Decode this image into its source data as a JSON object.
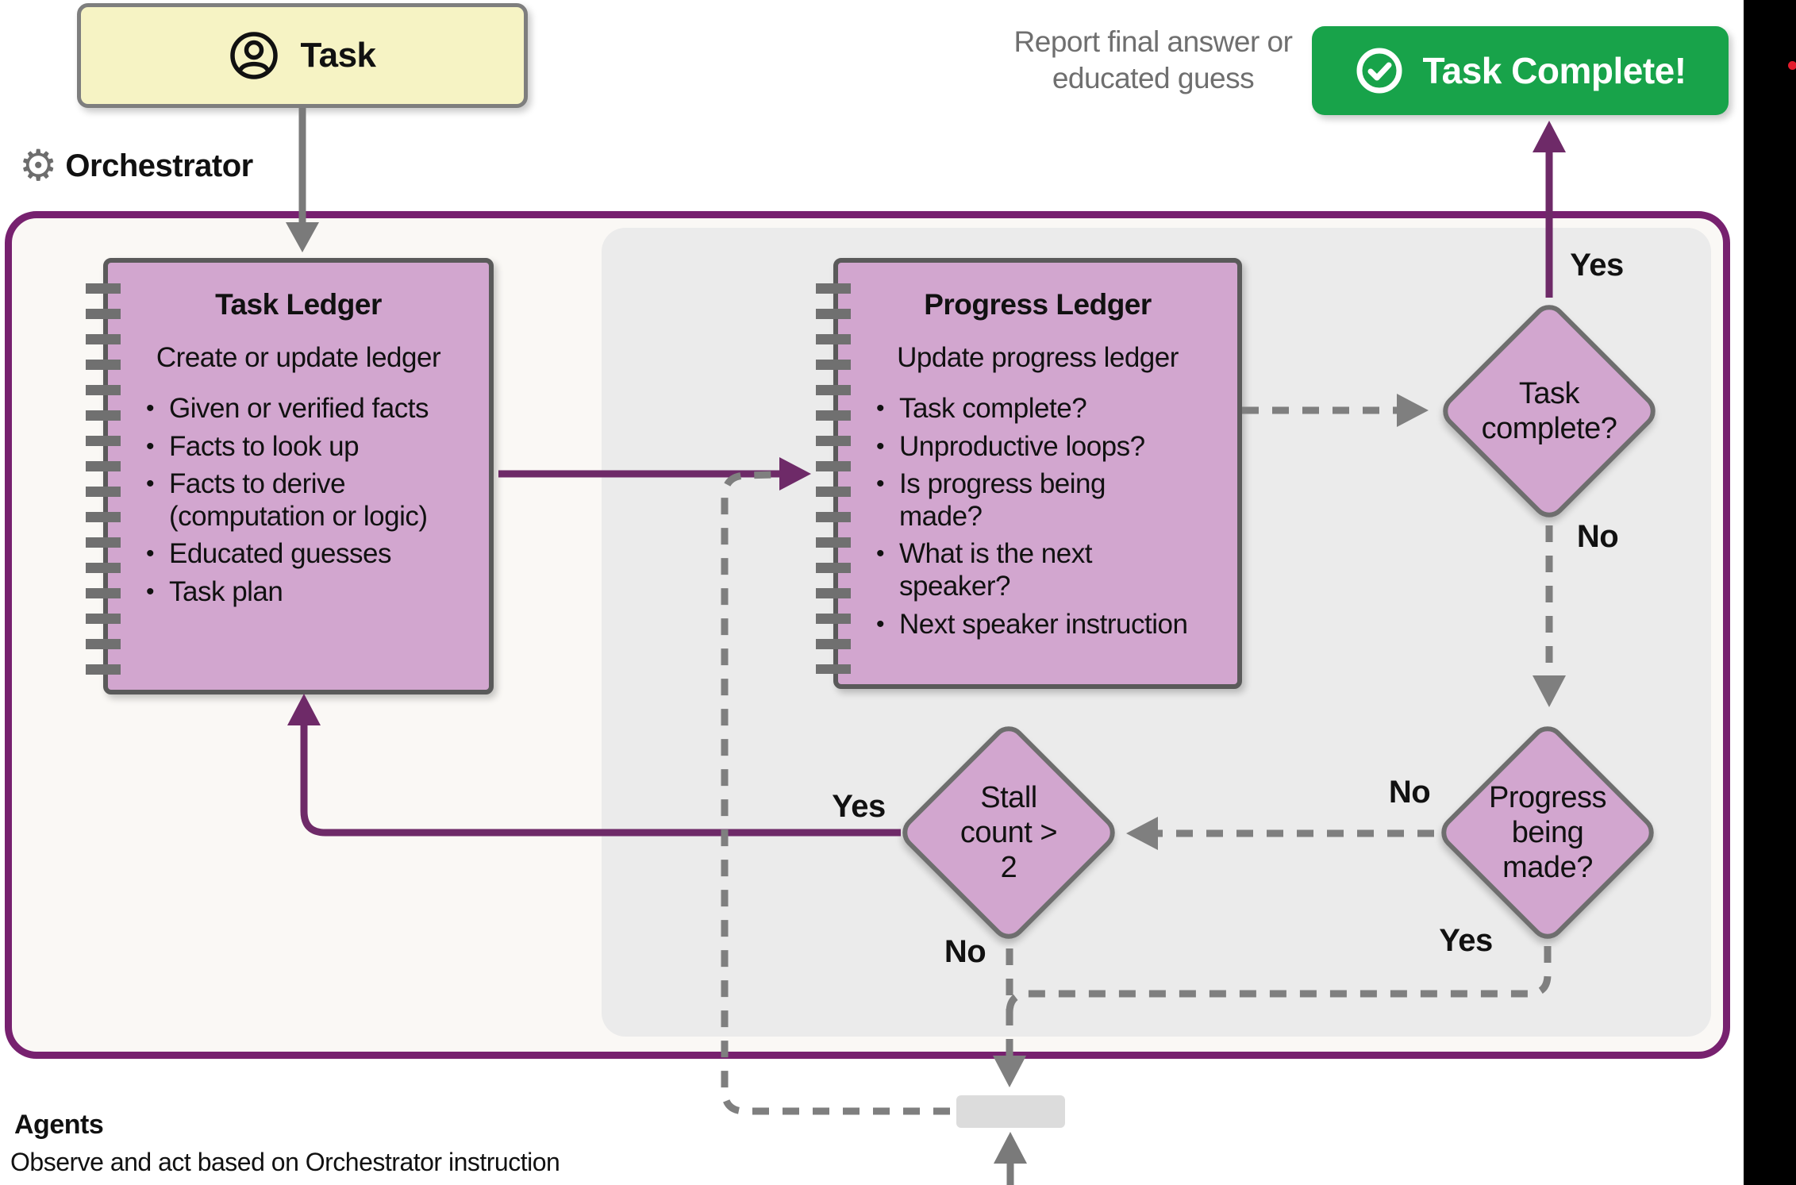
{
  "glyphs": {
    "bullet": "•",
    "gear": "⚙"
  },
  "colors": {
    "container_border": "#77216f",
    "purple_arrow": "#6e2a68",
    "node_fill": "#d2a6cf",
    "node_border": "#6e6e6e",
    "gray_arrow": "#7a7a7a",
    "panel_gray": "#ebebeb",
    "task_box_fill": "#f6f3c4",
    "complete_green": "#18a34a",
    "side_band_black": "#000000",
    "red_dot": "#e41b2c"
  },
  "task_box": {
    "label": "Task"
  },
  "orchestrator": {
    "label": "Orchestrator"
  },
  "task_ledger": {
    "title": "Task Ledger",
    "subtitle": "Create or update ledger",
    "bullets": [
      [
        "Given or verified facts"
      ],
      [
        "Facts to look up"
      ],
      [
        "Facts to derive",
        "(computation or logic)"
      ],
      [
        "Educated guesses"
      ],
      [
        "Task plan"
      ]
    ]
  },
  "progress_ledger": {
    "title": "Progress Ledger",
    "subtitle": "Update progress ledger",
    "bullets": [
      [
        "Task complete?"
      ],
      [
        "Unproductive loops?"
      ],
      [
        "Is progress being",
        "made?"
      ],
      [
        "What is the next",
        "speaker?"
      ],
      [
        "Next speaker instruction"
      ]
    ]
  },
  "decisions": {
    "task_complete": {
      "lines": [
        "Task",
        "complete?"
      ],
      "yes": "Yes",
      "no": "No"
    },
    "progress_being_made": {
      "lines": [
        "Progress",
        "being",
        "made?"
      ],
      "yes": "Yes",
      "no": "No"
    },
    "stall_count": {
      "lines": [
        "Stall",
        "count >",
        "2"
      ],
      "yes": "Yes",
      "no": "No"
    }
  },
  "report_note": {
    "lines": [
      "Report final answer or",
      "educated guess"
    ]
  },
  "complete_button": {
    "label": "Task Complete!"
  },
  "agents": {
    "title": "Agents",
    "subtitle": "Observe and act based on Orchestrator instruction"
  }
}
